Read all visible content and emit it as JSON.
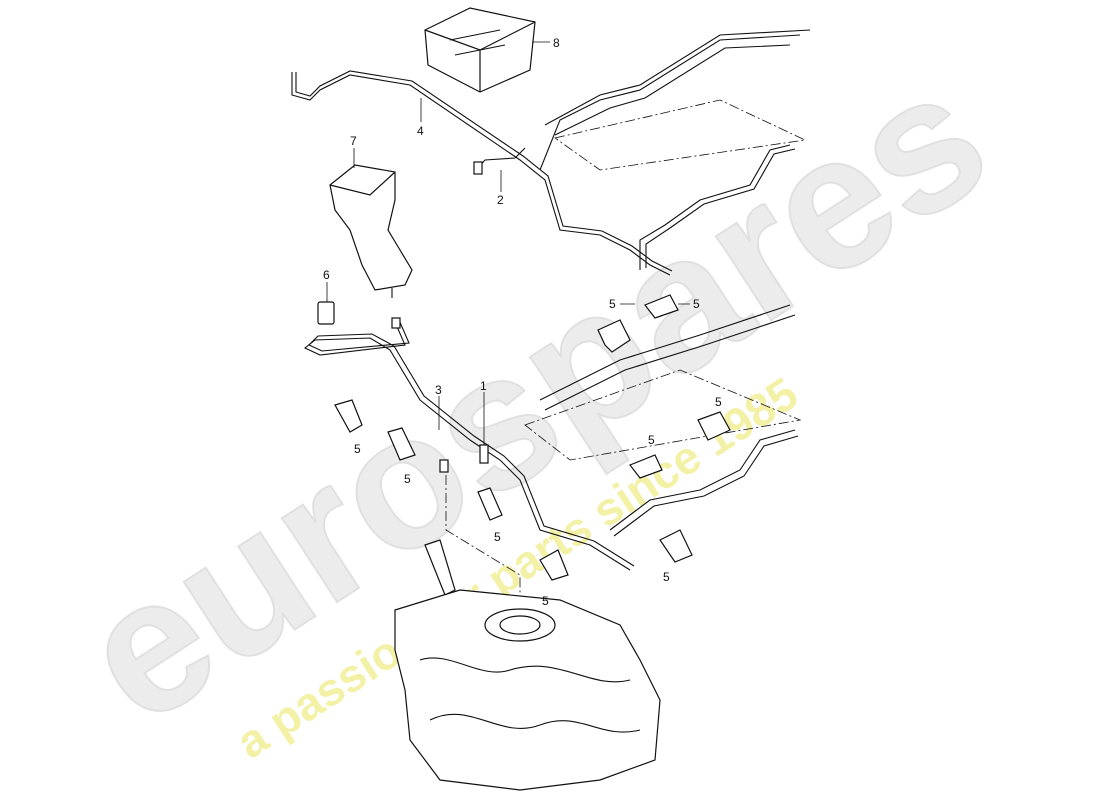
{
  "diagram": {
    "callouts": [
      {
        "id": "8",
        "part": "box"
      },
      {
        "id": "4",
        "part": "upper-fuel-line"
      },
      {
        "id": "7",
        "part": "bracket-housing"
      },
      {
        "id": "2",
        "part": "connector-line"
      },
      {
        "id": "6",
        "part": "small-clip"
      },
      {
        "id": "3",
        "part": "lower-fuel-line"
      },
      {
        "id": "1",
        "part": "connector"
      },
      {
        "id": "5",
        "part": "line-clip"
      }
    ],
    "clip_label": "5"
  },
  "watermark": {
    "brand": "eurospares",
    "tagline": "a passion for parts since 1985",
    "brand_color": "#e8e8e8",
    "tagline_color": "#f2f0a0"
  }
}
